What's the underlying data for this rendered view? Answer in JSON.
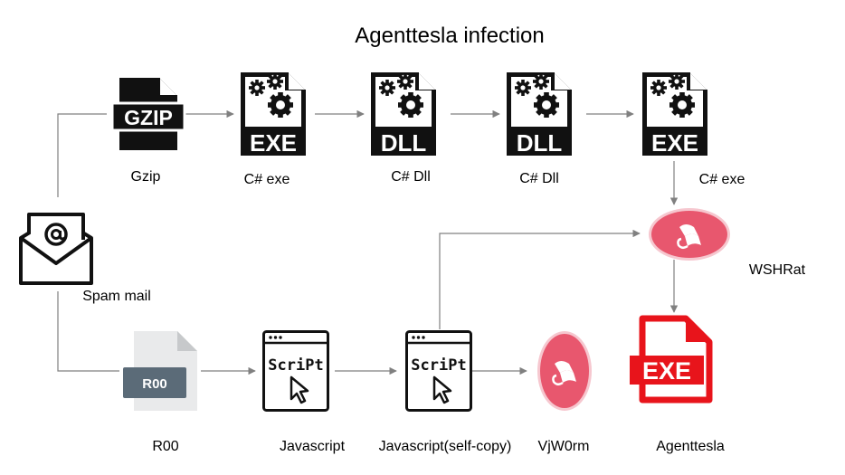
{
  "title": "Agenttesla infection",
  "labels": {
    "gzip": "Gzip",
    "exe1": "C# exe",
    "dll1": "C# Dll",
    "dll2": "C# Dll",
    "exe2": "C# exe",
    "wshrat": "WSHRat",
    "spam": "Spam mail",
    "r00": "R00",
    "js1": "Javascript",
    "js2": "Javascript(self-copy)",
    "vjw0rm": "VjW0rm",
    "agenttesla": "Agenttesla"
  },
  "badges": {
    "gzip": "GZIP",
    "exe1": "EXE",
    "dll1": "DLL",
    "dll2": "DLL",
    "exe2": "EXE",
    "r00": "R00",
    "js1": "ScriPt",
    "js2": "ScriPt",
    "agenttesla": "EXE"
  },
  "icons": {
    "gzip": "gzip-file-icon",
    "exe": "exe-file-icon",
    "dll": "dll-file-icon",
    "mail": "envelope-at-icon",
    "r00": "r00-file-icon",
    "script": "script-window-icon",
    "wshrat": "scroll-badge-icon",
    "vjw0rm": "scroll-badge-icon",
    "agenttesla": "exe-file-red-icon"
  },
  "colors": {
    "icon_dark": "#111111",
    "arrow": "#808080",
    "badge_pink": "#e8576e",
    "agenttesla_red": "#e8141b",
    "r00_gray": "#5b6b78"
  }
}
